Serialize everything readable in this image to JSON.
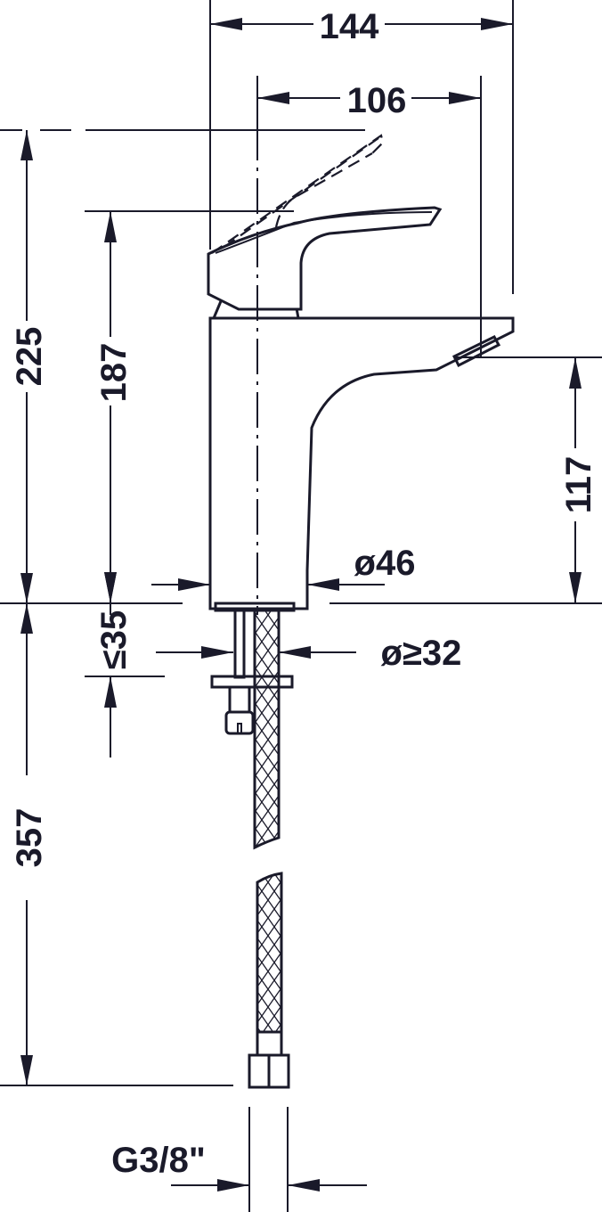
{
  "drawing": {
    "subject": "Single-lever basin mixer faucet – technical dimension drawing",
    "units": "mm",
    "colors": {
      "line": "#1a1a2a",
      "background": "#ffffff"
    }
  },
  "dimensions": {
    "overall_depth": "144",
    "lever_to_spout": "106",
    "overall_height": "225",
    "lever_height": "187",
    "spout_height": "117",
    "body_diameter": "ø46",
    "hole_diameter": "ø≥32",
    "max_deck_thickness": "≤35",
    "hose_length": "357",
    "connection_thread": "G3/8\""
  }
}
